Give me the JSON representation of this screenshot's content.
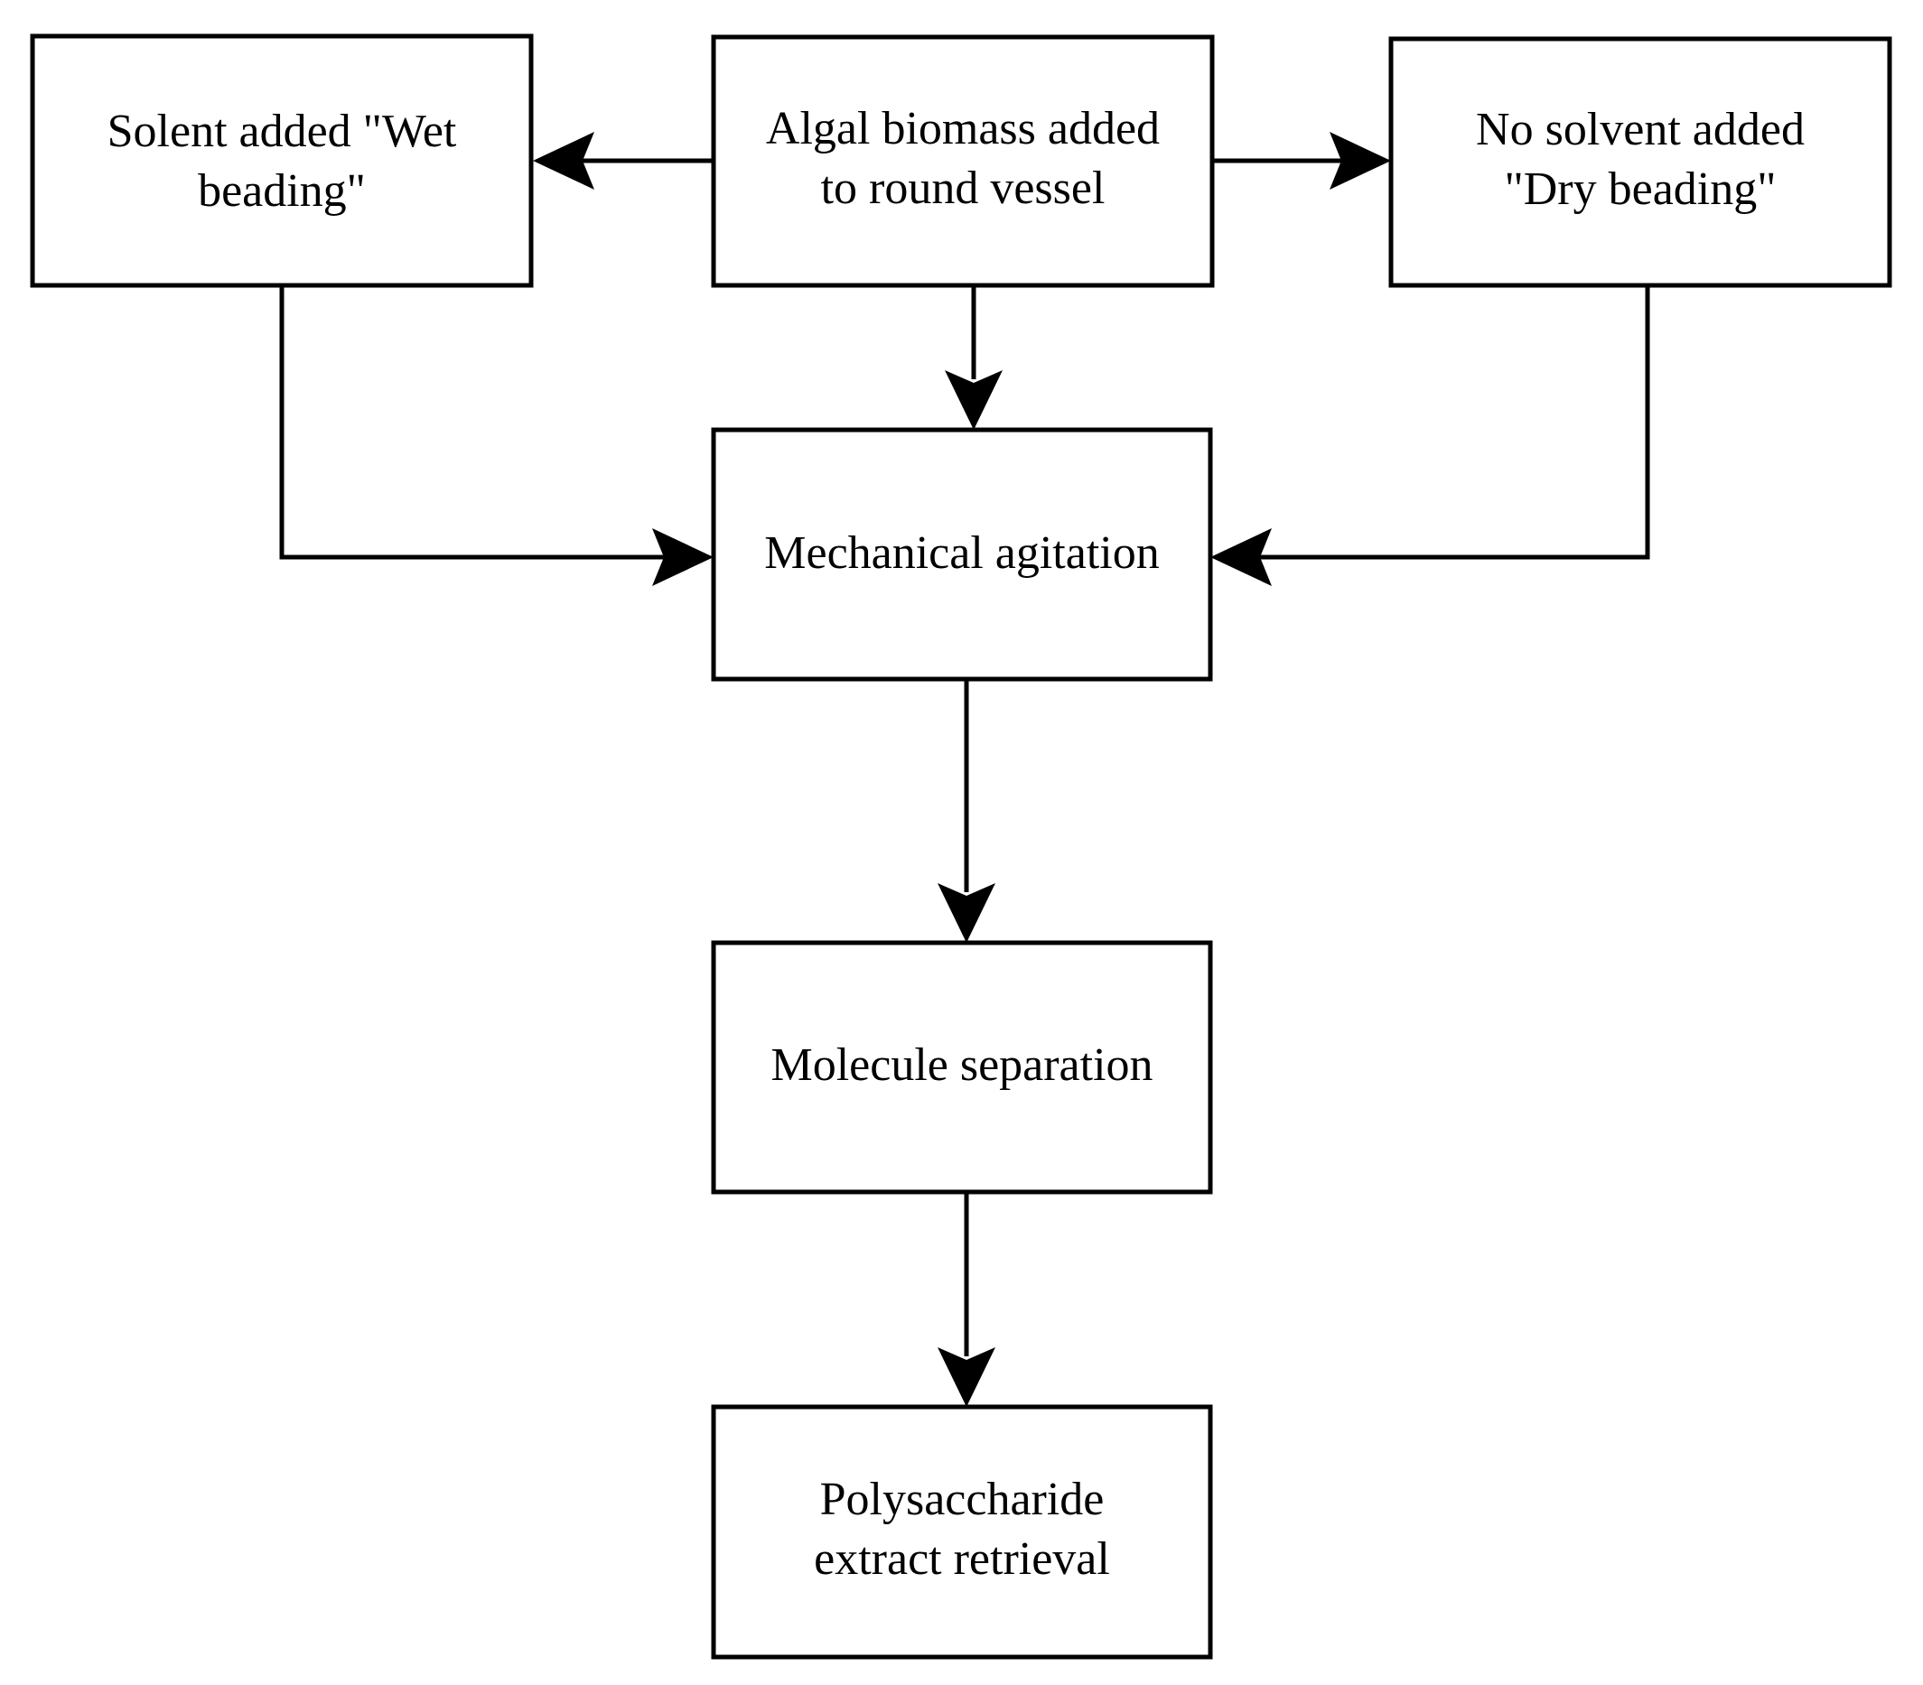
{
  "diagram": {
    "title": "Algal biomass bead beating extraction flowchart",
    "type": "flowchart",
    "background_color": "#ffffff",
    "line_color": "#000000",
    "node_fill_color": "#ffffff",
    "nodes": [
      {
        "id": "wet-beading",
        "lines": [
          "Solent added \"Wet",
          "beading\""
        ],
        "line1": "Solent added \"Wet",
        "line2": "beading\""
      },
      {
        "id": "algal-biomass",
        "lines": [
          "Algal biomass added",
          "to round vessel"
        ],
        "line1": "Algal biomass added",
        "line2": "to round vessel"
      },
      {
        "id": "dry-beading",
        "lines": [
          "No solvent added",
          "\"Dry beading\""
        ],
        "line1": "No solvent added",
        "line2": "\"Dry beading\""
      },
      {
        "id": "mechanical-agitation",
        "lines": [
          "Mechanical agitation"
        ],
        "line1": "Mechanical agitation",
        "line2": ""
      },
      {
        "id": "molecule-separation",
        "lines": [
          "Molecule separation"
        ],
        "line1": "Molecule separation",
        "line2": ""
      },
      {
        "id": "polysaccharide-retrieval",
        "lines": [
          "Polysaccharide",
          "extract retrieval"
        ],
        "line1": "Polysaccharide",
        "line2": "extract retrieval"
      }
    ],
    "edges": [
      {
        "id": "algal-to-wet",
        "from": "algal-biomass",
        "to": "wet-beading",
        "direction": "left"
      },
      {
        "id": "algal-to-dry",
        "from": "algal-biomass",
        "to": "dry-beading",
        "direction": "right"
      },
      {
        "id": "algal-to-agitation",
        "from": "algal-biomass",
        "to": "mechanical-agitation",
        "direction": "down"
      },
      {
        "id": "wet-to-agitation",
        "from": "wet-beading",
        "to": "mechanical-agitation",
        "direction": "down-right"
      },
      {
        "id": "dry-to-agitation",
        "from": "dry-beading",
        "to": "mechanical-agitation",
        "direction": "down-left"
      },
      {
        "id": "agitation-to-separation",
        "from": "mechanical-agitation",
        "to": "molecule-separation",
        "direction": "down"
      },
      {
        "id": "separation-to-retrieval",
        "from": "molecule-separation",
        "to": "polysaccharide-retrieval",
        "direction": "down"
      }
    ]
  }
}
